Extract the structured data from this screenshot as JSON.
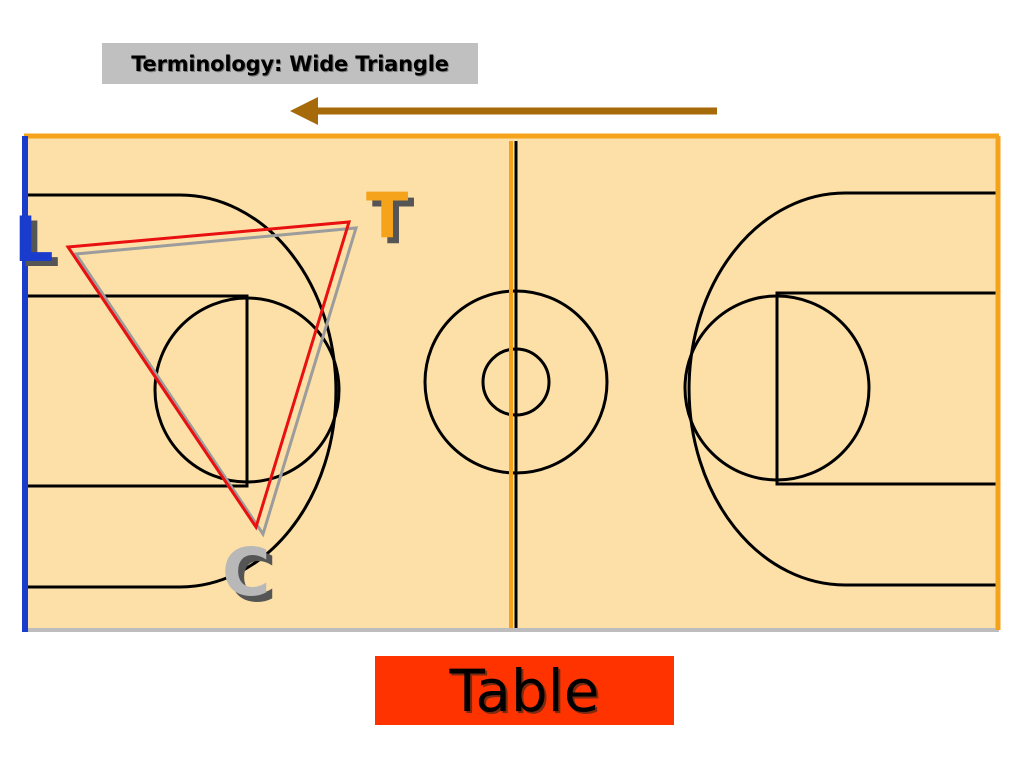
{
  "slide": {
    "title": "Terminology: Wide Triangle",
    "table_label": "Table"
  },
  "players": {
    "left": "L",
    "top": "T",
    "center": "C"
  },
  "colors": {
    "court_fill": "#fde0a8",
    "court_border": "#f5a31a",
    "baseline_blue": "#1a3ccc",
    "triangle_red": "#e81010",
    "arrow_brown": "#a66a0a",
    "title_bg": "#c0c0c0",
    "table_bg": "#ff3300",
    "letter_l": "#1a3ccc",
    "letter_t": "#f5a31a",
    "letter_c": "#b8b8b8"
  },
  "icons": {
    "direction_arrow": "arrow-left-icon"
  }
}
